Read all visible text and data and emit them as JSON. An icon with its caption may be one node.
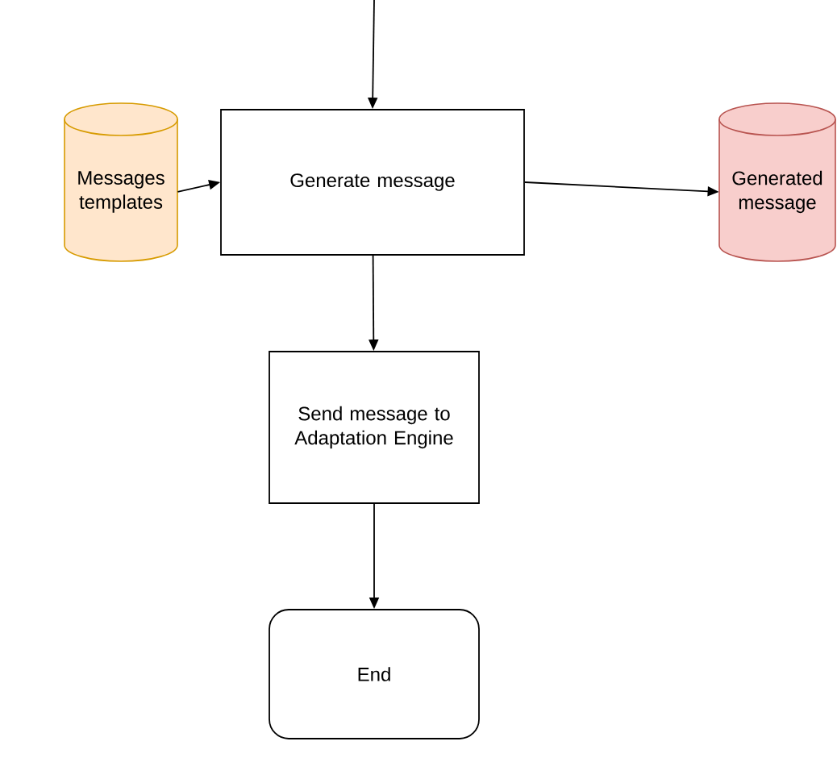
{
  "diagram": {
    "nodes": [
      {
        "text": [
          "Messages templates"
        ]
      },
      {
        "text": [
          "Generate message"
        ]
      },
      {
        "text": [
          "Generated message"
        ]
      },
      {
        "text": [
          "Send message to Adaptation Engine"
        ]
      },
      {
        "text": [
          "End"
        ]
      }
    ],
    "edges": [
      {
        "from": null,
        "to": 1,
        "arrow": "to"
      },
      {
        "from": 0,
        "to": 1,
        "arrow": "to"
      },
      {
        "from": 1,
        "to": 2,
        "arrow": "to"
      },
      {
        "from": 1,
        "to": 3,
        "arrow": "to"
      },
      {
        "from": 3,
        "to": 4,
        "arrow": "to"
      }
    ]
  }
}
